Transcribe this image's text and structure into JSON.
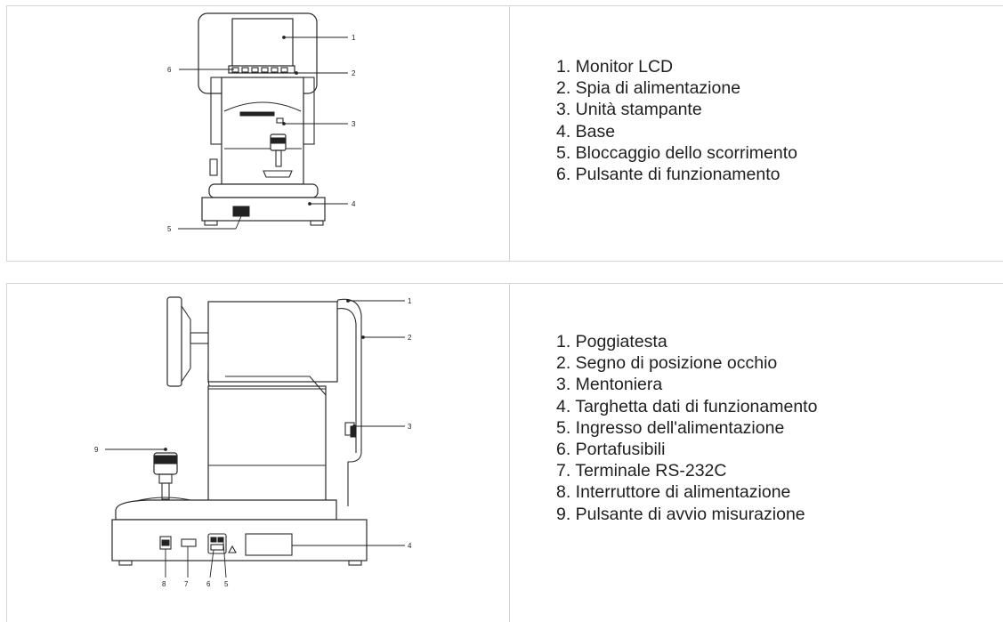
{
  "front_view": {
    "callouts": [
      "1",
      "2",
      "3",
      "4",
      "5",
      "6"
    ],
    "items": [
      "1. Monitor LCD",
      "2. Spia di alimentazione",
      "3. Unità stampante",
      "4. Base",
      "5. Bloccaggio dello scorrimento",
      "6. Pulsante di funzionamento"
    ]
  },
  "side_view": {
    "callouts": [
      "1",
      "2",
      "3",
      "4",
      "9",
      "8",
      "7",
      "6",
      "5"
    ],
    "items": [
      "1. Poggiatesta",
      "2. Segno di posizione occhio",
      "3. Mentoniera",
      "4. Targhetta dati di funzionamento",
      "5. Ingresso dell'alimentazione",
      "6. Portafusibili",
      "7. Terminale RS-232C",
      "8. Interruttore di alimentazione",
      "9. Pulsante di avvio misurazione"
    ]
  }
}
